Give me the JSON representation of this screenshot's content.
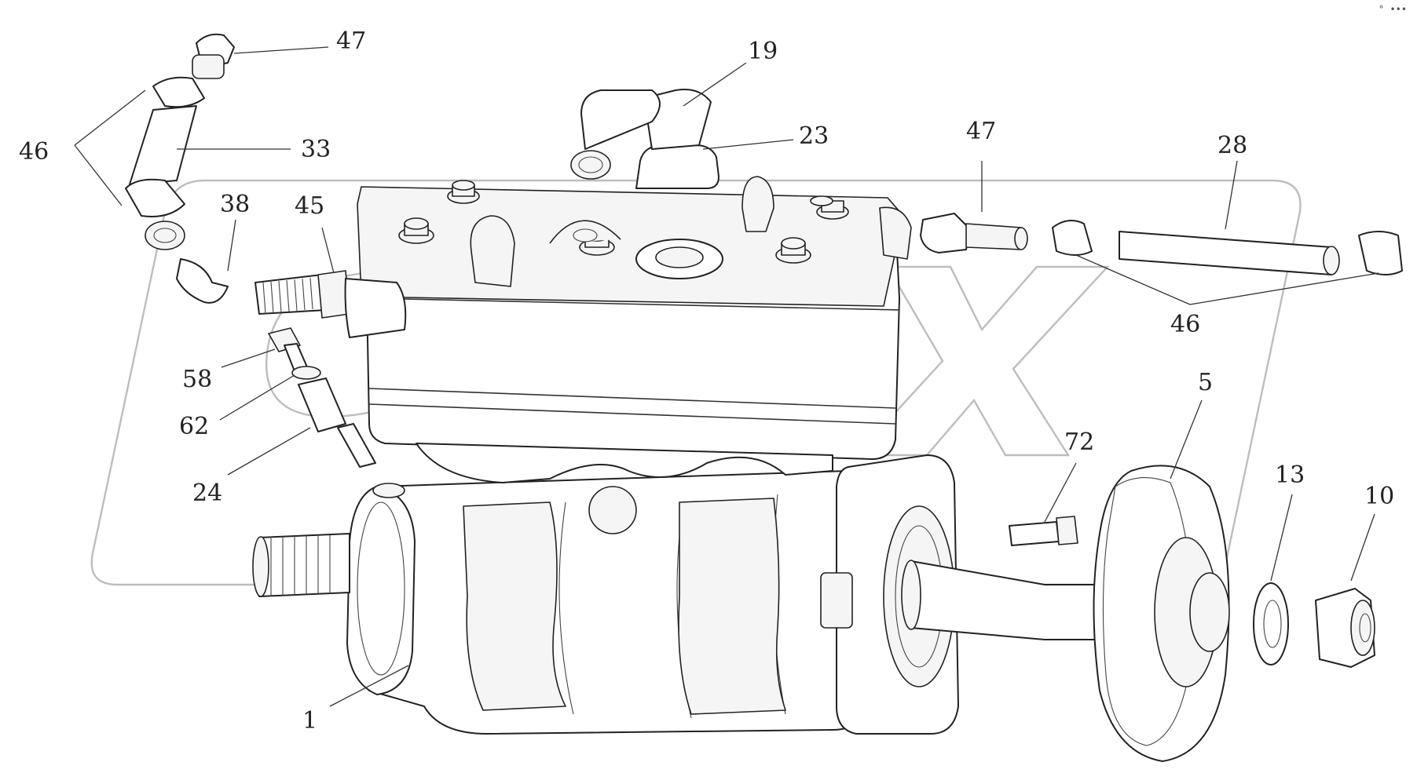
{
  "diagram": {
    "corner_mark": "° •••",
    "callouts": [
      {
        "id": "c47a",
        "label": "47"
      },
      {
        "id": "c46a",
        "label": "46"
      },
      {
        "id": "c33",
        "label": "33"
      },
      {
        "id": "c19",
        "label": "19"
      },
      {
        "id": "c23",
        "label": "23"
      },
      {
        "id": "c47b",
        "label": "47"
      },
      {
        "id": "c28",
        "label": "28"
      },
      {
        "id": "c38",
        "label": "38"
      },
      {
        "id": "c45",
        "label": "45"
      },
      {
        "id": "c46b",
        "label": "46"
      },
      {
        "id": "c58",
        "label": "58"
      },
      {
        "id": "c62",
        "label": "62"
      },
      {
        "id": "c24",
        "label": "24"
      },
      {
        "id": "c5",
        "label": "5"
      },
      {
        "id": "c72",
        "label": "72"
      },
      {
        "id": "c13",
        "label": "13"
      },
      {
        "id": "c10",
        "label": "10"
      },
      {
        "id": "c1",
        "label": "1"
      }
    ],
    "colors": {
      "ink": "#222222",
      "watermark": "#bdbdbd",
      "background": "#ffffff"
    }
  }
}
